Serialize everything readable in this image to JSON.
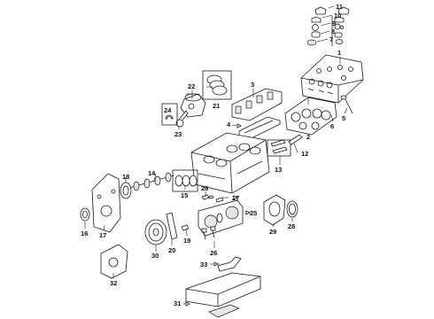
{
  "callouts": {
    "c1": "1",
    "c2": "2",
    "c3": "3",
    "c4": "4",
    "c5": "5",
    "c6": "6",
    "c7": "7",
    "c8": "8",
    "c9": "9",
    "c10": "10",
    "c11": "11",
    "c12": "12",
    "c13": "13",
    "c14": "14",
    "c15": "15",
    "c16": "16",
    "c17": "17",
    "c18": "18",
    "c19": "19",
    "c20": "20",
    "c21": "21",
    "c22": "22",
    "c23": "23",
    "c24": "24",
    "c25": "25",
    "c26a": "26",
    "c26b": "26",
    "c27": "27",
    "c28": "28",
    "c29": "29",
    "c30": "30",
    "c31": "31",
    "c32": "32",
    "c33": "33"
  }
}
